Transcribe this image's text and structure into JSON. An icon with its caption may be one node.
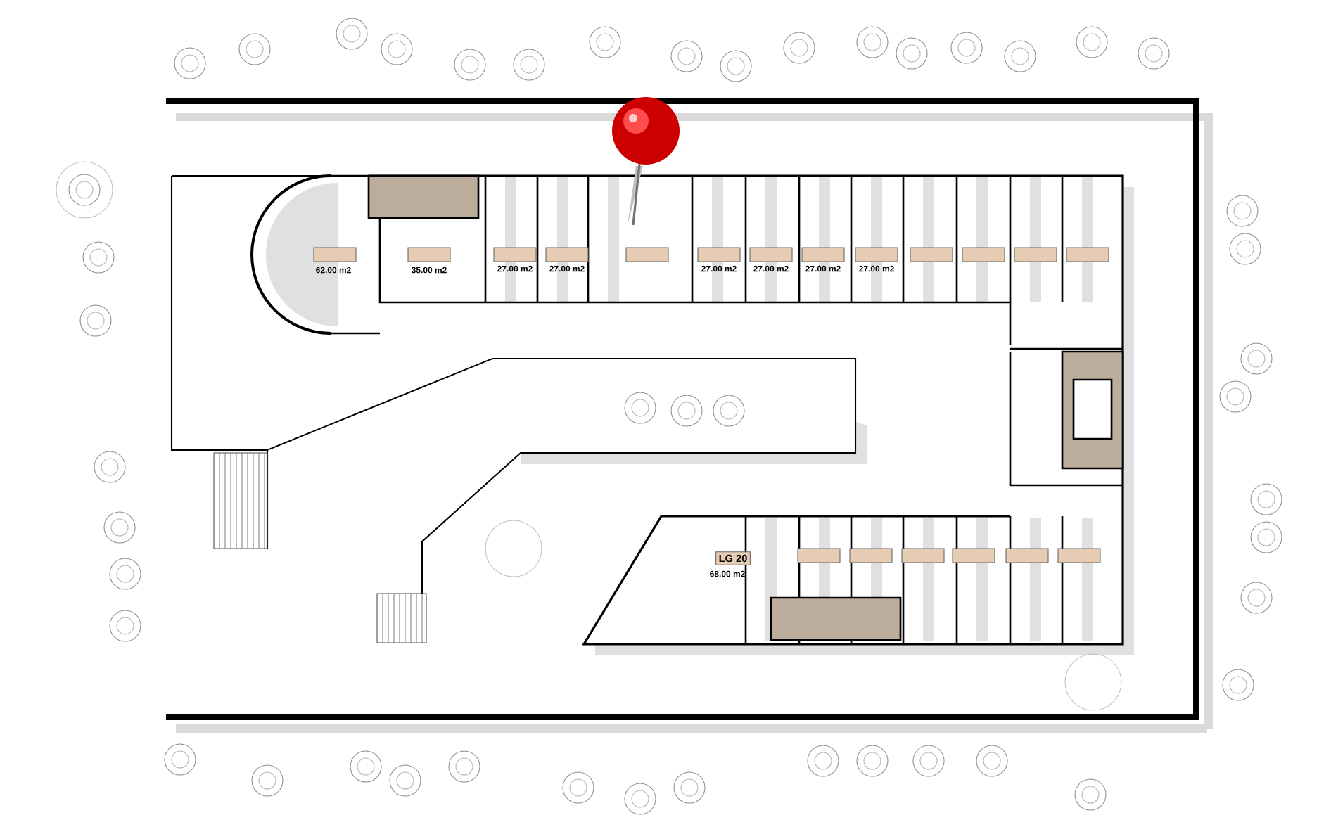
{
  "diagram": {
    "labels": [
      "62.00 m2",
      "35.00 m2",
      "27.00 m2",
      "27.00 m2",
      "27.00 m2",
      "27.00 m2",
      "27.00 m2",
      "27.00 m2",
      "LG 20",
      "68.00 m2"
    ]
  }
}
